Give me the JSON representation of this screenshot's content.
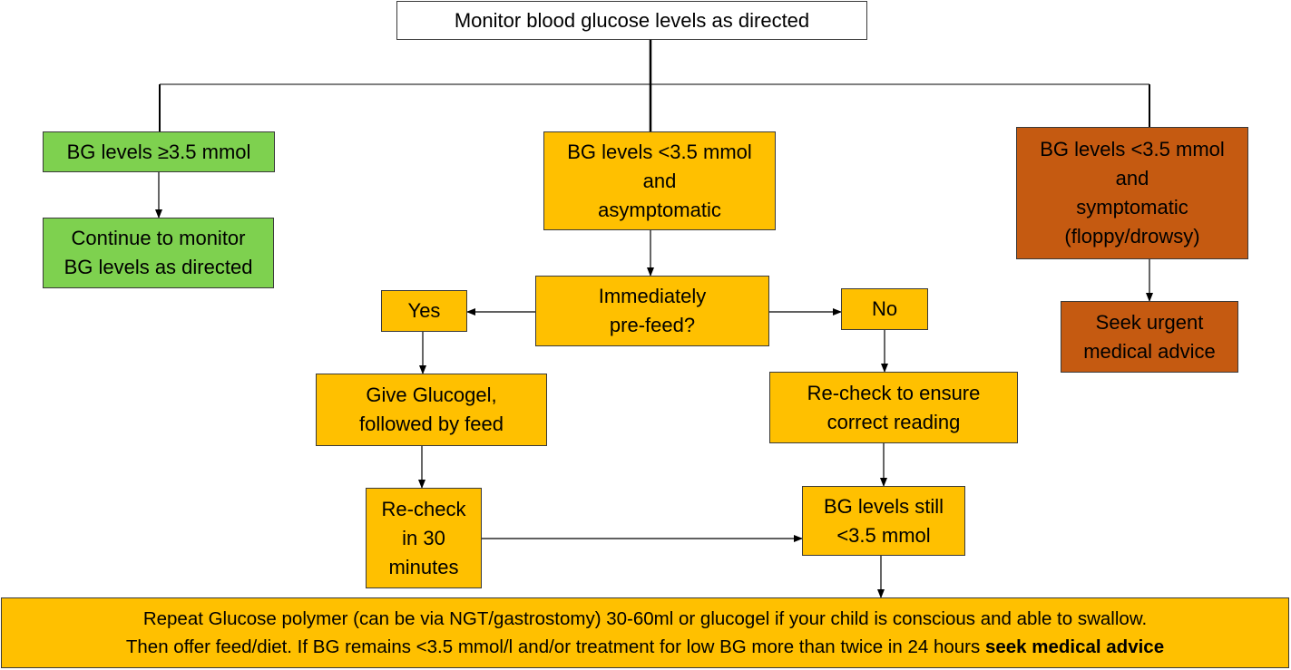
{
  "colors": {
    "neutral_box": "#ffffff",
    "normal_box": "#7ed14f",
    "caution_box": "#ffc000",
    "urgent_box": "#c55a11",
    "line": "#000000"
  },
  "nodes": {
    "monitor": {
      "lines": [
        "Monitor blood glucose levels as directed"
      ]
    },
    "bg_ok": {
      "lines": [
        "BG levels ≥3.5 mmol"
      ]
    },
    "continue": {
      "lines": [
        "Continue to monitor",
        "BG levels as directed"
      ]
    },
    "bg_low_asym": {
      "lines": [
        "BG levels <3.5 mmol",
        "and",
        "asymptomatic"
      ]
    },
    "bg_low_sym": {
      "lines": [
        "BG levels <3.5 mmol",
        "and",
        "symptomatic",
        "(floppy/drowsy)"
      ]
    },
    "urgent": {
      "lines": [
        "Seek urgent",
        "medical advice"
      ]
    },
    "prefeed": {
      "lines": [
        "Immediately",
        "pre-feed?"
      ]
    },
    "yes": {
      "lines": [
        "Yes"
      ]
    },
    "no": {
      "lines": [
        "No"
      ]
    },
    "glucogel": {
      "lines": [
        "Give Glucogel,",
        "followed by feed"
      ]
    },
    "recheck_reading": {
      "lines": [
        "Re-check to ensure",
        "correct reading"
      ]
    },
    "recheck_30": {
      "lines": [
        "Re-check",
        "in 30",
        "minutes"
      ]
    },
    "still_low": {
      "lines": [
        "BG levels still",
        "<3.5 mmol"
      ]
    },
    "final": {
      "line1": "Repeat Glucose polymer (can be via NGT/gastrostomy) 30-60ml or glucogel if your child is conscious and able to swallow.",
      "line2_plain": "Then offer feed/diet. If BG remains <3.5 mmol/l  and/or treatment for low BG more than twice in 24 hours ",
      "line2_bold": "seek medical advice"
    }
  }
}
